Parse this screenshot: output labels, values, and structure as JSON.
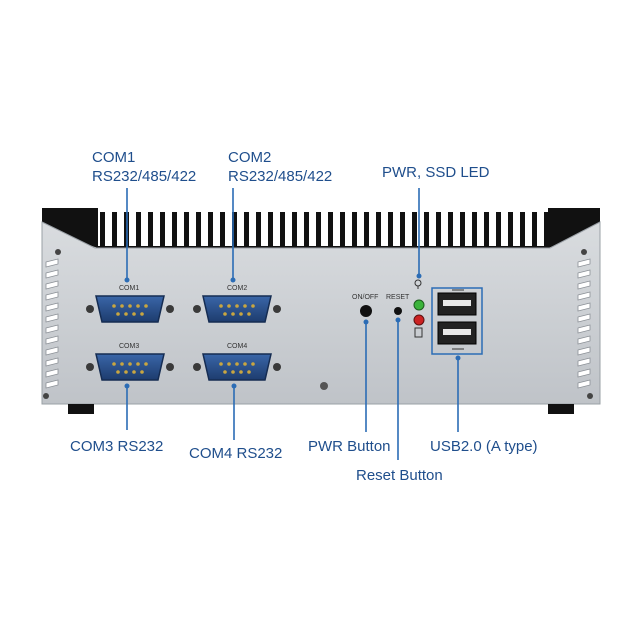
{
  "labels": {
    "com1_name": "COM1",
    "com1_spec": "RS232/485/422",
    "com2_name": "COM2",
    "com2_spec": "RS232/485/422",
    "pwr_ssd_led": "PWR, SSD LED",
    "com3": "COM3 RS232",
    "com4": "COM4 RS232",
    "pwr_button": "PWR Button",
    "reset_button": "Reset Button",
    "usb": "USB2.0 (A type)"
  },
  "panel_markings": {
    "port1": "COM1",
    "port2": "COM2",
    "port3": "COM3",
    "port4": "COM4",
    "onoff": "ON/OFF",
    "reset": "RESET"
  },
  "colors": {
    "label_text": "#1f4e8c",
    "leader_line": "#2b6cb5",
    "panel": "#cfd2d6",
    "heatsink": "#1a1a1a",
    "connector": "#2a4f86",
    "led_green": "#3bb33b",
    "led_red": "#cc2222"
  },
  "icons": [
    "usb-icon",
    "bulb-icon",
    "disk-icon"
  ]
}
